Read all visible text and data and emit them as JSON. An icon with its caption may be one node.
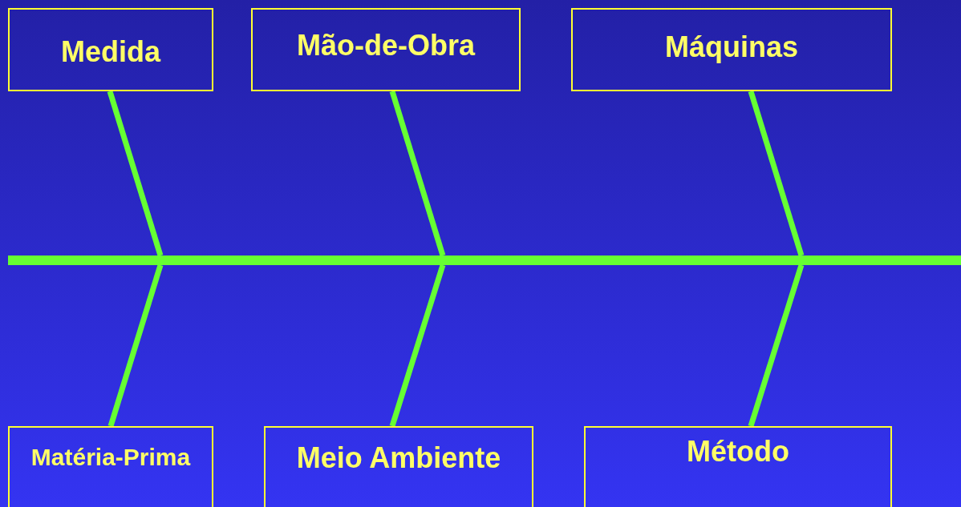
{
  "diagram": {
    "nodes": [
      {
        "text": [
          "Medida"
        ]
      },
      {
        "text": [
          "Mão-de-Obra"
        ]
      },
      {
        "text": [
          "Máquinas"
        ]
      },
      {
        "text": [
          "Matéria-Prima"
        ]
      },
      {
        "text": [
          "Meio Ambiente"
        ]
      },
      {
        "text": [
          "Método"
        ]
      },
      {
        "text": [],
        "shape": "bar"
      }
    ],
    "edges": [
      {
        "from": 0,
        "to": 6,
        "arrow": "none"
      },
      {
        "from": 1,
        "to": 6,
        "arrow": "none"
      },
      {
        "from": 2,
        "to": 6,
        "arrow": "none"
      },
      {
        "from": 3,
        "to": 6,
        "arrow": "none"
      },
      {
        "from": 4,
        "to": 6,
        "arrow": "none"
      },
      {
        "from": 5,
        "to": 6,
        "arrow": "none"
      }
    ]
  }
}
